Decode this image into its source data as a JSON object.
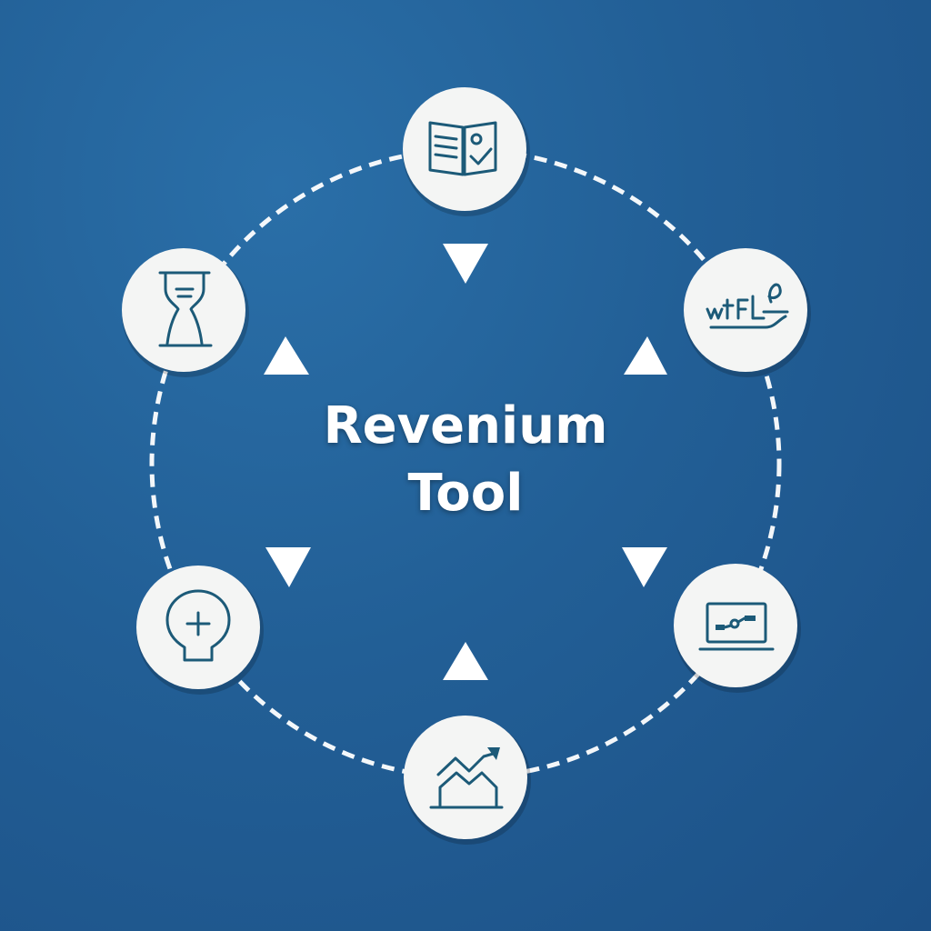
{
  "title": {
    "line1": "Revenium",
    "line2": "Tool"
  },
  "nodes": [
    {
      "id": "top",
      "icon": "book-document-icon"
    },
    {
      "id": "upper-right",
      "icon": "workflow-script-icon"
    },
    {
      "id": "lower-right",
      "icon": "laptop-chart-icon"
    },
    {
      "id": "bottom",
      "icon": "growth-house-icon"
    },
    {
      "id": "lower-left",
      "icon": "lightbulb-plus-icon"
    },
    {
      "id": "upper-left",
      "icon": "hourglass-icon"
    }
  ],
  "colors": {
    "background": "#225f96",
    "node": "#f4f5f4",
    "icon": "#1c5a78",
    "ring": "#ffffff"
  }
}
